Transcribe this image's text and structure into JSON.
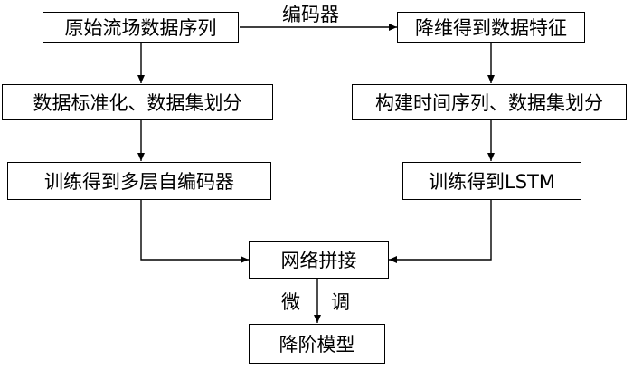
{
  "nodes": {
    "raw_sequence": "原始流场数据序列",
    "reduced_features": "降维得到数据特征",
    "standardize_split": "数据标准化、数据集划分",
    "build_series_split": "构建时间序列、数据集划分",
    "train_autoencoder": "训练得到多层自编码器",
    "train_lstm": "训练得到LSTM",
    "network_concat": "网络拼接",
    "reduced_model": "降阶模型"
  },
  "edges": {
    "encoder_label": "编码器",
    "finetune_label_left": "微",
    "finetune_label_right": "调"
  },
  "colors": {
    "line": "#000000",
    "box_border": "#000000",
    "background": "#ffffff"
  }
}
